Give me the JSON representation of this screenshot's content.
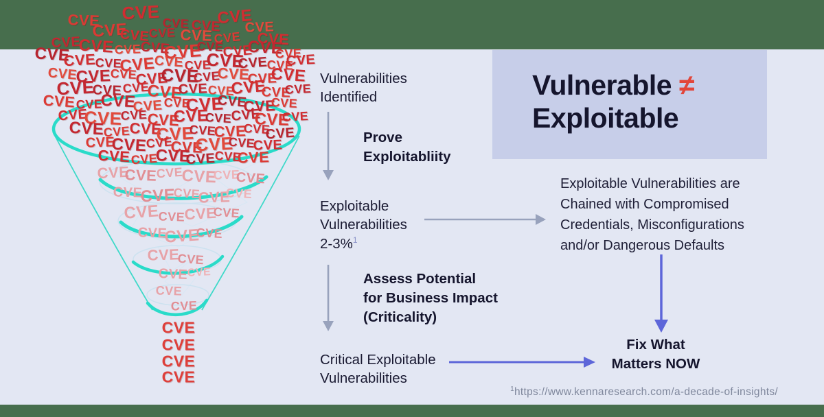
{
  "colors": {
    "strip_green": "#476e4d",
    "background": "#e3e7f3",
    "header_box": "#c7cee9",
    "navy_text": "#15152d",
    "accent_red": "#e2463a",
    "funnel_teal": "#2adbc9",
    "gray_arrow": "#98a2bc",
    "purple_arrow": "#5d66d9",
    "footnote_gray": "#7f879c",
    "superscript_purple": "#8b93c8"
  },
  "header": {
    "title_part1": "Vulnerable",
    "neq": "≠",
    "title_part2": "Exploitable"
  },
  "flow": {
    "step1": "Vulnerabilities\nIdentified",
    "action1": "Prove\nExploitabliity",
    "step2": "Exploitable\nVulnerabilities\n2-3%",
    "step2_sup": "1",
    "action2": "Assess Potential\nfor Business Impact\n(Criticality)",
    "step3": "Critical Exploitable\nVulnerabilities",
    "fix": "Fix What\nMatters NOW"
  },
  "right_note": "Exploitable Vulnerabilities are\nChained with Compromised\nCredentials, Misconfigurations\nand/or Dangerous Defaults",
  "footnote": {
    "sup": "1",
    "text": "https://www.kennaresearch.com/a-decade-of-insights/"
  },
  "funnel": {
    "label": "CVE",
    "palette": [
      "#c32730",
      "#d12d31",
      "#dc3a34",
      "#e24a3c",
      "#b6242e",
      "#e7a2a7",
      "#e18e94",
      "#eeb3b7",
      "#de3f3a"
    ],
    "scatter": [
      [
        205,
        18,
        26,
        1,
        -3
      ],
      [
        122,
        30,
        22,
        2,
        2
      ],
      [
        342,
        25,
        24,
        1,
        -5
      ],
      [
        300,
        38,
        20,
        0,
        4
      ],
      [
        378,
        40,
        20,
        3,
        -2
      ],
      [
        256,
        34,
        18,
        4,
        3
      ],
      [
        160,
        45,
        24,
        2,
        -4
      ],
      [
        196,
        52,
        20,
        1,
        5
      ],
      [
        236,
        48,
        18,
        0,
        -2
      ],
      [
        286,
        52,
        22,
        3,
        2
      ],
      [
        331,
        55,
        18,
        2,
        -6
      ],
      [
        398,
        57,
        22,
        1,
        3
      ],
      [
        96,
        62,
        20,
        0,
        -3
      ],
      [
        140,
        68,
        24,
        1,
        4
      ],
      [
        186,
        72,
        18,
        3,
        -2
      ],
      [
        226,
        70,
        20,
        0,
        5
      ],
      [
        266,
        75,
        26,
        2,
        -4
      ],
      [
        306,
        68,
        18,
        4,
        2
      ],
      [
        346,
        75,
        20,
        1,
        -5
      ],
      [
        386,
        70,
        24,
        0,
        3
      ],
      [
        420,
        78,
        18,
        2,
        -2
      ],
      [
        76,
        80,
        24,
        4,
        4
      ],
      [
        116,
        88,
        22,
        1,
        -3
      ],
      [
        158,
        92,
        18,
        0,
        2
      ],
      [
        200,
        95,
        24,
        2,
        -5
      ],
      [
        246,
        90,
        20,
        3,
        4
      ],
      [
        288,
        95,
        18,
        1,
        -2
      ],
      [
        328,
        88,
        26,
        0,
        3
      ],
      [
        368,
        92,
        20,
        4,
        -4
      ],
      [
        408,
        95,
        18,
        2,
        2
      ],
      [
        438,
        88,
        20,
        1,
        -3
      ],
      [
        91,
        108,
        20,
        3,
        5
      ],
      [
        136,
        112,
        24,
        0,
        -2
      ],
      [
        180,
        108,
        18,
        2,
        3
      ],
      [
        221,
        115,
        22,
        1,
        -4
      ],
      [
        262,
        110,
        26,
        4,
        2
      ],
      [
        301,
        112,
        18,
        0,
        -5
      ],
      [
        340,
        108,
        22,
        3,
        3
      ],
      [
        382,
        115,
        20,
        2,
        -2
      ],
      [
        420,
        110,
        24,
        1,
        4
      ],
      [
        110,
        128,
        26,
        0,
        -3
      ],
      [
        156,
        132,
        20,
        4,
        2
      ],
      [
        198,
        128,
        18,
        1,
        -4
      ],
      [
        240,
        135,
        24,
        2,
        5
      ],
      [
        281,
        130,
        20,
        0,
        -2
      ],
      [
        322,
        132,
        18,
        3,
        3
      ],
      [
        362,
        128,
        24,
        1,
        -5
      ],
      [
        402,
        135,
        20,
        2,
        2
      ],
      [
        434,
        130,
        18,
        0,
        -3
      ],
      [
        86,
        148,
        22,
        2,
        4
      ],
      [
        130,
        152,
        18,
        1,
        -2
      ],
      [
        172,
        148,
        24,
        0,
        3
      ],
      [
        215,
        155,
        20,
        3,
        -4
      ],
      [
        258,
        150,
        18,
        2,
        2
      ],
      [
        298,
        152,
        26,
        1,
        -3
      ],
      [
        338,
        148,
        20,
        4,
        5
      ],
      [
        378,
        155,
        22,
        0,
        -2
      ],
      [
        414,
        150,
        18,
        2,
        3
      ],
      [
        106,
        168,
        20,
        1,
        -4
      ],
      [
        150,
        172,
        26,
        3,
        2
      ],
      [
        195,
        168,
        18,
        0,
        -3
      ],
      [
        238,
        175,
        22,
        2,
        4
      ],
      [
        278,
        170,
        24,
        1,
        -2
      ],
      [
        318,
        172,
        18,
        4,
        3
      ],
      [
        358,
        168,
        20,
        0,
        -5
      ],
      [
        396,
        175,
        24,
        2,
        2
      ],
      [
        430,
        170,
        18,
        1,
        -3
      ],
      [
        126,
        188,
        24,
        0,
        3
      ],
      [
        170,
        192,
        18,
        2,
        -4
      ],
      [
        212,
        188,
        22,
        1,
        2
      ],
      [
        255,
        195,
        26,
        3,
        -3
      ],
      [
        295,
        190,
        18,
        0,
        4
      ],
      [
        335,
        192,
        22,
        2,
        -2
      ],
      [
        374,
        188,
        18,
        1,
        3
      ],
      [
        408,
        195,
        20,
        4,
        -4
      ],
      [
        146,
        208,
        20,
        2,
        -2
      ],
      [
        188,
        212,
        24,
        0,
        3
      ],
      [
        232,
        208,
        18,
        1,
        -5
      ],
      [
        272,
        215,
        22,
        2,
        2
      ],
      [
        312,
        210,
        26,
        3,
        -3
      ],
      [
        352,
        208,
        18,
        0,
        4
      ],
      [
        390,
        212,
        20,
        1,
        -2
      ],
      [
        166,
        228,
        22,
        1,
        3
      ],
      [
        210,
        232,
        18,
        2,
        -4
      ],
      [
        252,
        228,
        24,
        0,
        2
      ],
      [
        292,
        232,
        20,
        4,
        -3
      ],
      [
        332,
        228,
        18,
        1,
        4
      ],
      [
        369,
        230,
        22,
        2,
        -2
      ],
      [
        165,
        252,
        22,
        5,
        -3
      ],
      [
        205,
        256,
        22,
        6,
        2
      ],
      [
        247,
        252,
        18,
        5,
        -4
      ],
      [
        290,
        258,
        24,
        5,
        3
      ],
      [
        330,
        255,
        18,
        7,
        -2
      ],
      [
        365,
        260,
        20,
        6,
        4
      ],
      [
        186,
        281,
        20,
        5,
        2
      ],
      [
        230,
        286,
        24,
        6,
        -3
      ],
      [
        272,
        282,
        18,
        5,
        4
      ],
      [
        312,
        288,
        22,
        5,
        -2
      ],
      [
        348,
        282,
        18,
        7,
        3
      ],
      [
        206,
        310,
        24,
        5,
        -4
      ],
      [
        250,
        316,
        18,
        6,
        2
      ],
      [
        292,
        312,
        22,
        5,
        -3
      ],
      [
        330,
        310,
        18,
        6,
        4
      ],
      [
        222,
        340,
        20,
        5,
        2
      ],
      [
        265,
        345,
        24,
        5,
        -4
      ],
      [
        305,
        340,
        18,
        6,
        3
      ],
      [
        238,
        372,
        22,
        5,
        -2
      ],
      [
        278,
        378,
        18,
        6,
        4
      ],
      [
        252,
        400,
        20,
        5,
        3
      ],
      [
        290,
        398,
        16,
        7,
        -3
      ],
      [
        246,
        424,
        18,
        5,
        2
      ],
      [
        268,
        446,
        18,
        6,
        -2
      ],
      [
        260,
        478,
        23,
        8,
        0
      ],
      [
        260,
        503,
        23,
        8,
        0
      ],
      [
        260,
        527,
        23,
        8,
        0
      ],
      [
        260,
        550,
        23,
        8,
        0
      ]
    ]
  }
}
